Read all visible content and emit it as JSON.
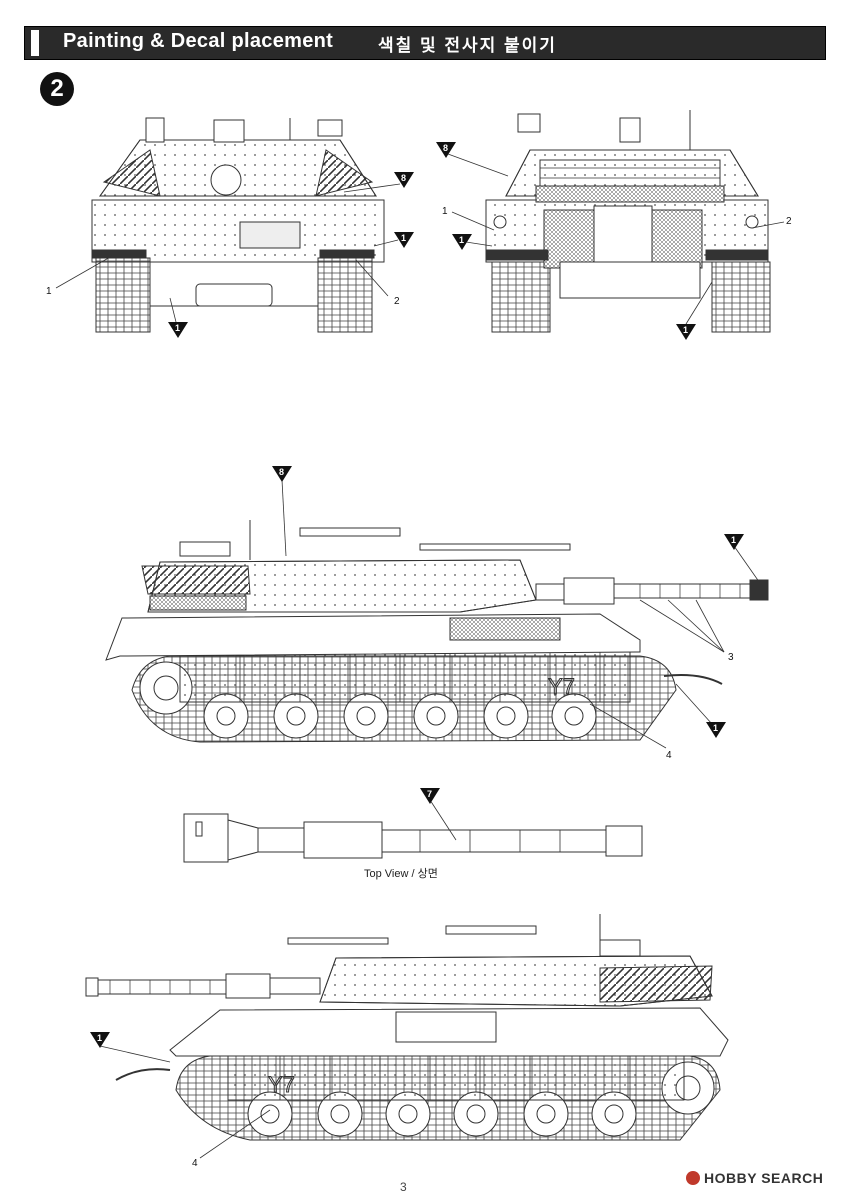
{
  "header": {
    "title": "Painting & Decal placement",
    "title_kr": "색칠 및 전사지 붙이기"
  },
  "step_number": "2",
  "callouts": {
    "front": [
      {
        "type": "number",
        "value": "1"
      },
      {
        "type": "number",
        "value": "2"
      },
      {
        "type": "triangle",
        "value": "1"
      },
      {
        "type": "triangle",
        "value": "1"
      },
      {
        "type": "triangle",
        "value": "8"
      }
    ],
    "rear": [
      {
        "type": "triangle",
        "value": "8"
      },
      {
        "type": "number",
        "value": "1"
      },
      {
        "type": "triangle",
        "value": "1"
      },
      {
        "type": "number",
        "value": "2"
      },
      {
        "type": "triangle",
        "value": "1"
      }
    ],
    "left_side": [
      {
        "type": "triangle",
        "value": "8"
      },
      {
        "type": "triangle",
        "value": "1"
      },
      {
        "type": "number",
        "value": "3"
      },
      {
        "type": "triangle",
        "value": "1"
      },
      {
        "type": "number",
        "value": "4"
      }
    ],
    "barrel_top": [
      {
        "type": "triangle",
        "value": "7"
      }
    ],
    "right_side": [
      {
        "type": "triangle",
        "value": "1"
      },
      {
        "type": "number",
        "value": "4"
      }
    ]
  },
  "hull_marking": "Y7",
  "barrel_caption": "Top View / 상면",
  "page_number": "3",
  "watermark": "HOBBY SEARCH",
  "colors": {
    "header_bg": "#2a2a2a",
    "line": "#333333",
    "watermark_logo": "#c0392b"
  }
}
